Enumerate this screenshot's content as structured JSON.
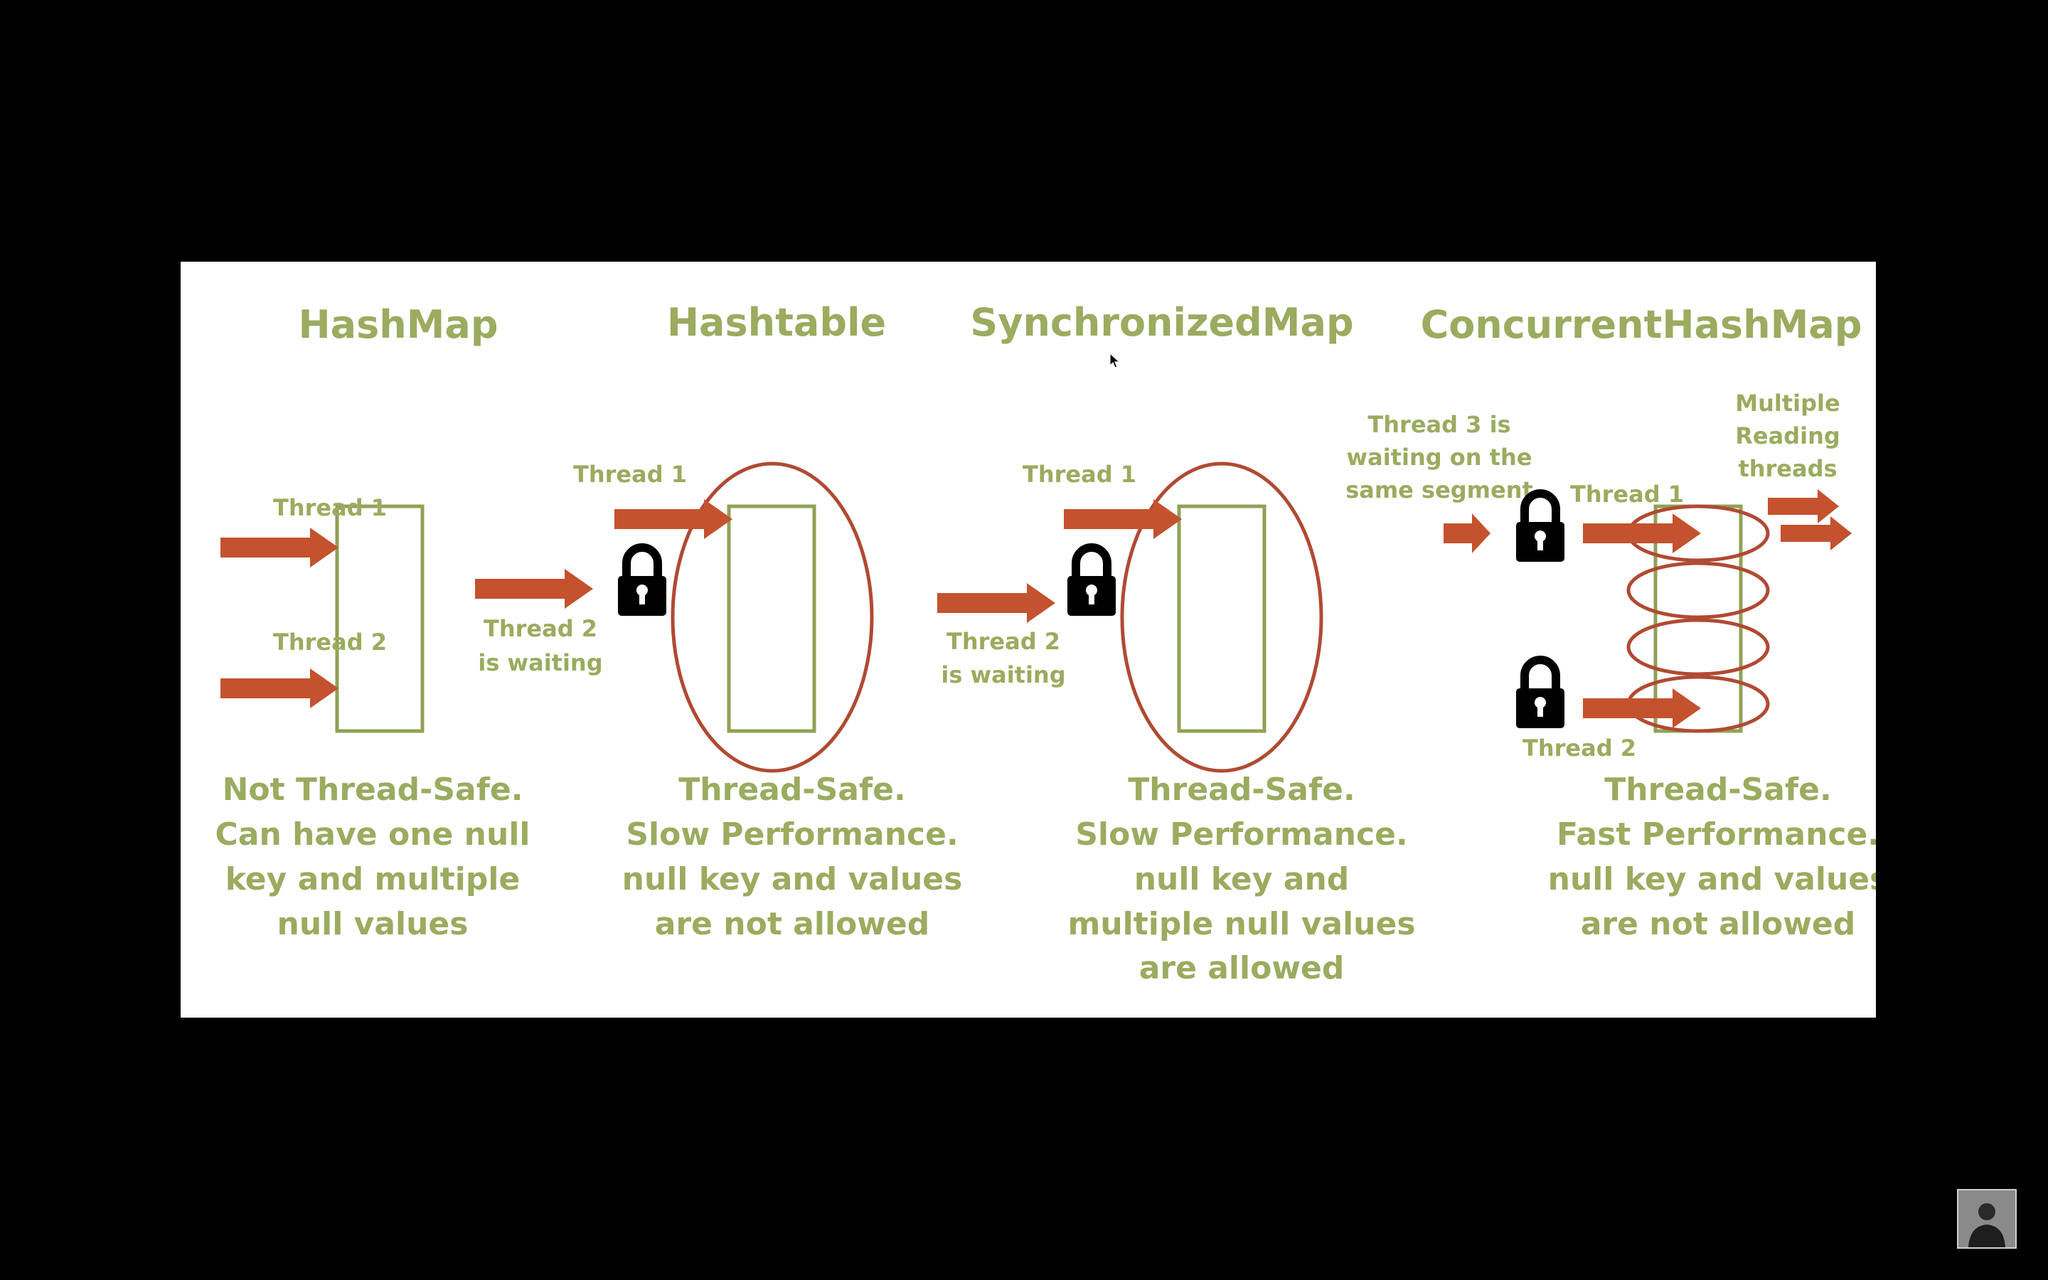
{
  "colors": {
    "text": "#9bab5f",
    "arrow": "#c4522e",
    "ellipse": "#b04a33",
    "box": "#8fa254",
    "lock": "#000000"
  },
  "panels": [
    {
      "title": "HashMap",
      "labels": [
        "Thread 1",
        "Thread 2"
      ],
      "description": [
        "Not Thread-Safe.",
        "Can have one null",
        "key and multiple",
        "null values"
      ]
    },
    {
      "title": "Hashtable",
      "labels": [
        "Thread 1",
        "Thread 2",
        "is waiting"
      ],
      "description": [
        "Thread-Safe.",
        "Slow Performance.",
        "null key and values",
        "are not allowed"
      ]
    },
    {
      "title": "SynchronizedMap",
      "labels": [
        "Thread 1",
        "Thread 2",
        "is waiting"
      ],
      "description": [
        "Thread-Safe.",
        "Slow Performance.",
        "null key and",
        "multiple null values",
        "are allowed"
      ]
    },
    {
      "title": "ConcurrentHashMap",
      "labels": [
        "Thread 3 is",
        "waiting on the",
        "same segment",
        "Thread 1",
        "Thread 2",
        "Multiple",
        "Reading",
        "threads"
      ],
      "description": [
        "Thread-Safe.",
        "Fast Performance.",
        "null key and values",
        "are not allowed"
      ]
    }
  ]
}
